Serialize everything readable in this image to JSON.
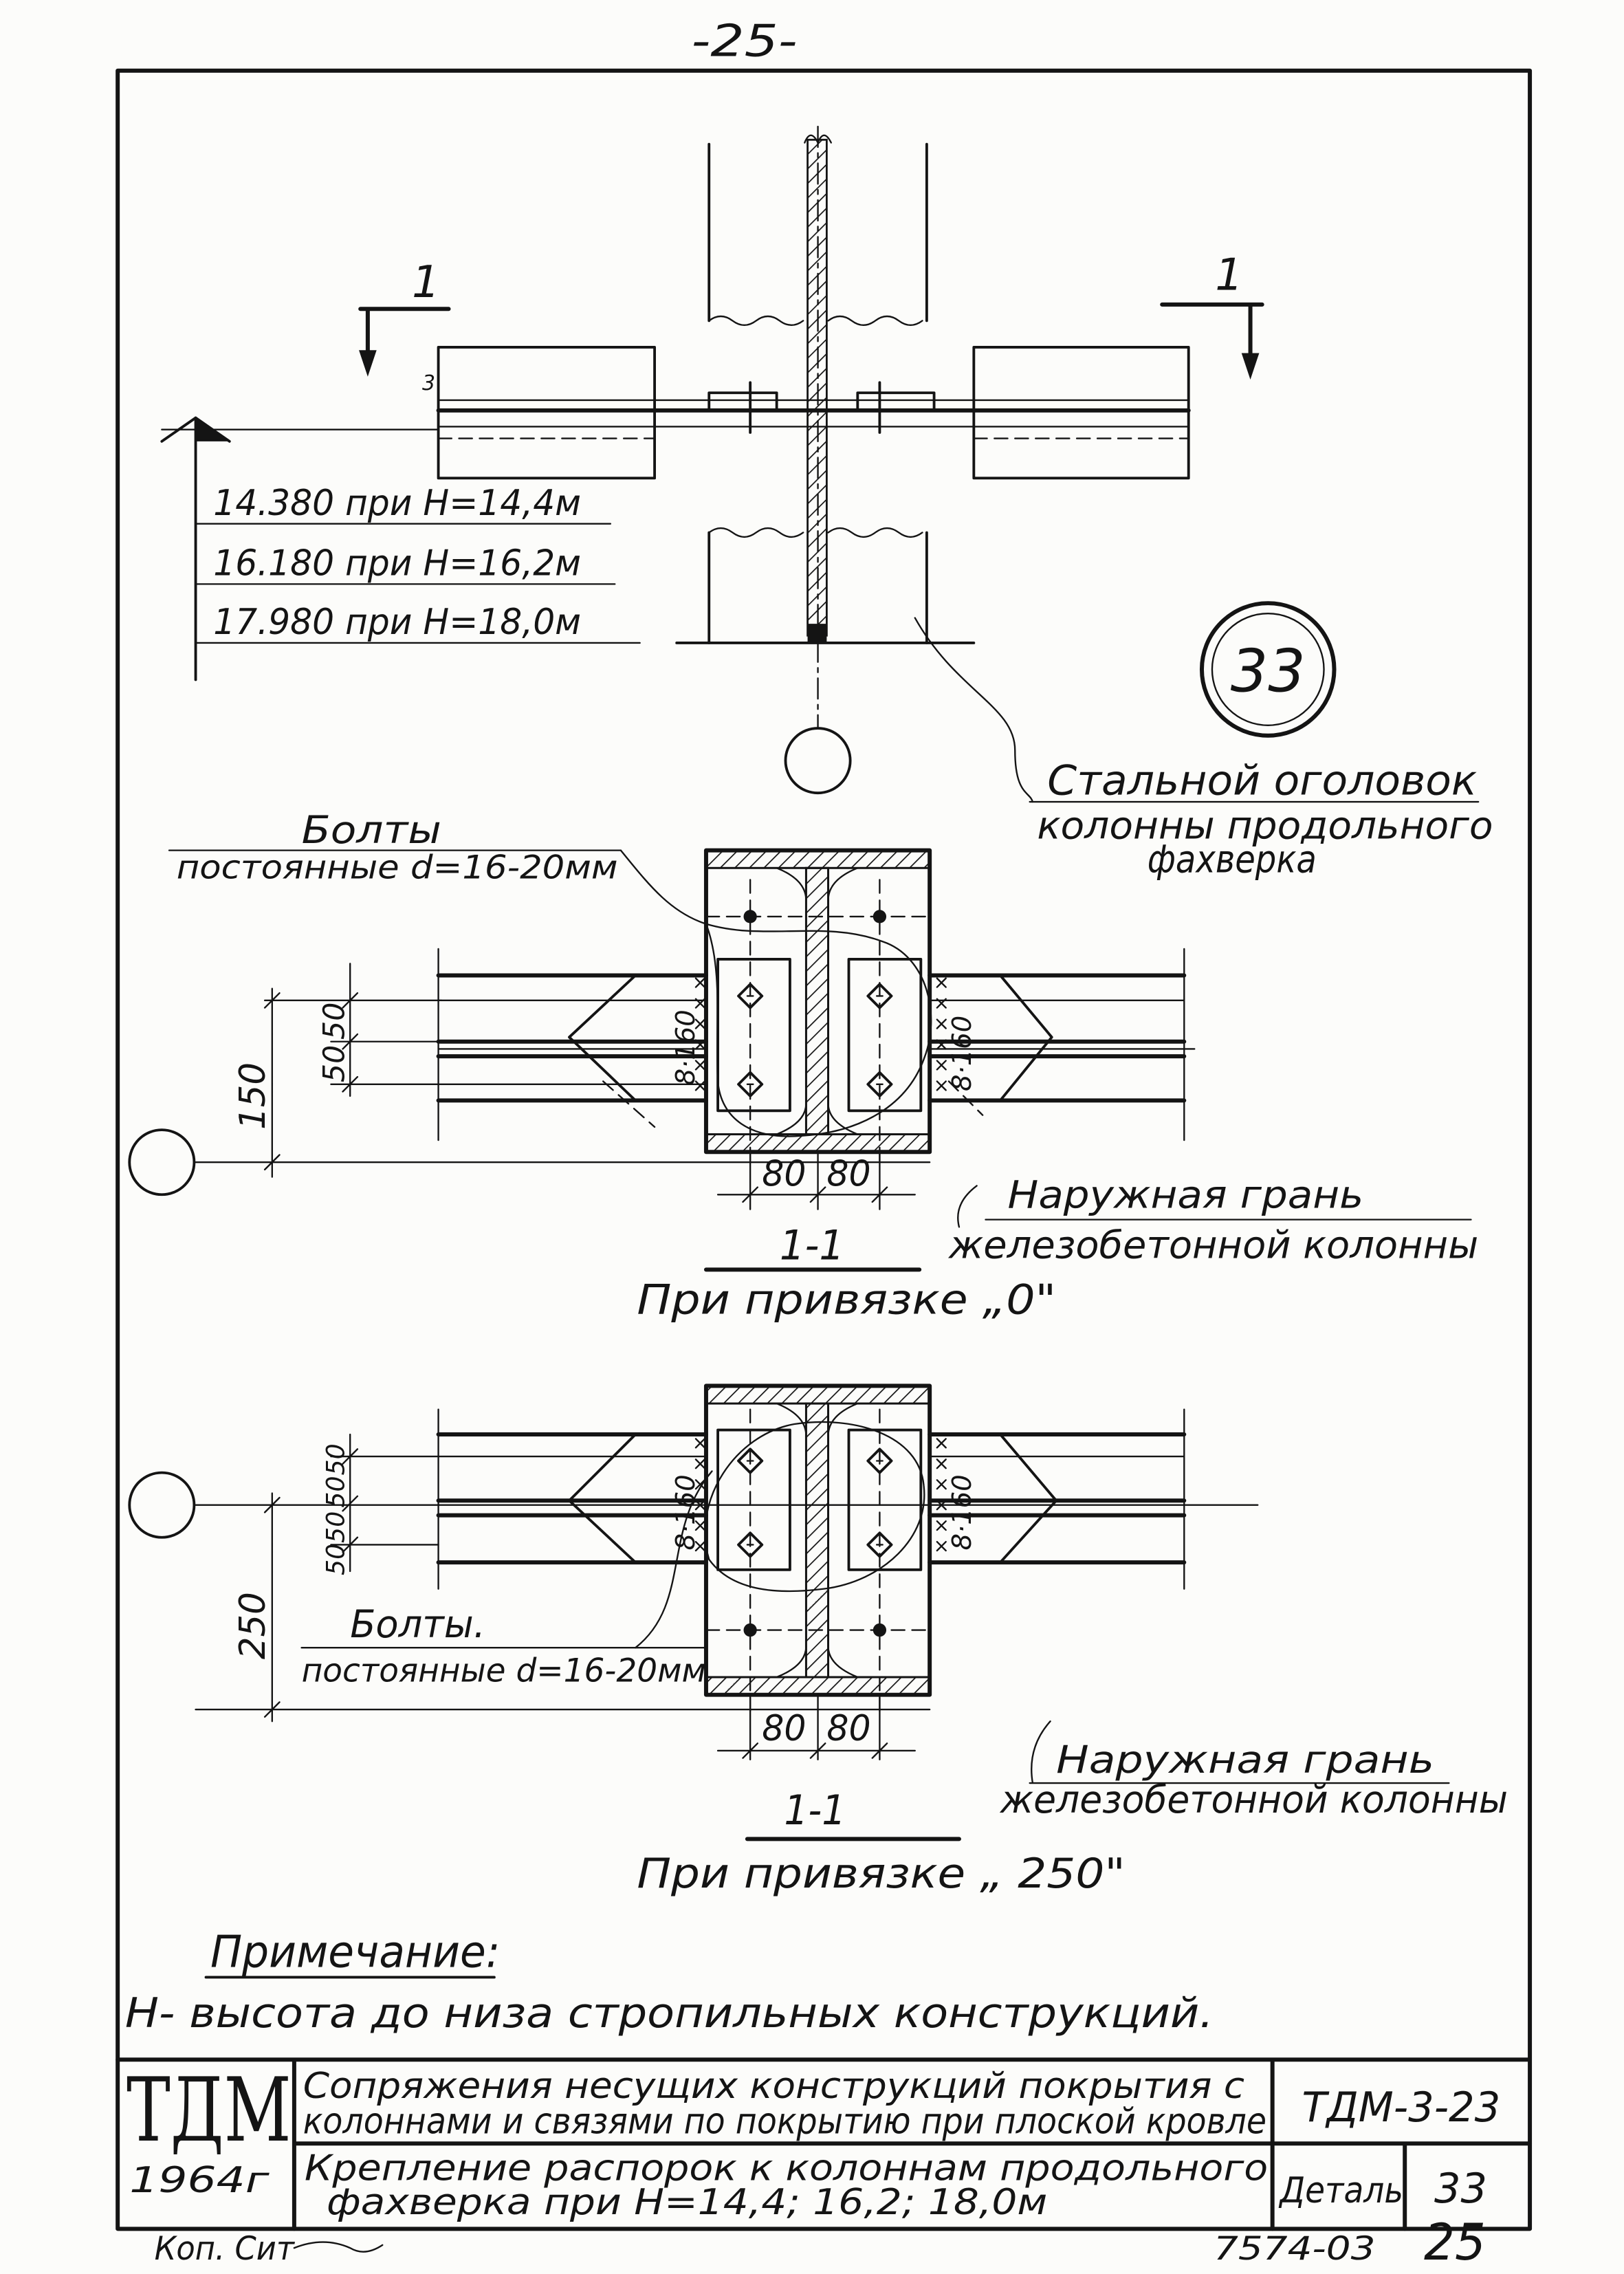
{
  "page": {
    "number": "-25-"
  },
  "plan_view": {
    "section_mark_left": "1",
    "section_mark_right": "1",
    "item_mark": "3",
    "elevations": [
      "14.380 при Н=14,4м",
      "16.180 при Н=16,2м",
      "17.980 при Н=18,0м"
    ],
    "detail_number": "33",
    "callout": [
      "Стальной оголовок",
      "колонны продольного",
      "фахверка"
    ]
  },
  "section_zero": {
    "bolts_label": "Болты",
    "bolts_spec": "постоянные d=16-20мм",
    "dim_total": "150",
    "dim_parts": [
      "50",
      "50"
    ],
    "bolt_pitch": [
      "8·160",
      "8·160"
    ],
    "dim_bottom": [
      "80",
      "80"
    ],
    "face_label": [
      "Наружная грань",
      "железобетонной колонны"
    ],
    "section_title": "1-1",
    "caption": "При привязке „0\""
  },
  "section_250": {
    "bolts_label": "Болты.",
    "bolts_spec": "постоянные d=16-20мм",
    "dim_total": "250",
    "dim_parts": [
      "50",
      "50",
      "50",
      "50"
    ],
    "bolt_pitch": [
      "8·160",
      "8·160"
    ],
    "dim_bottom": [
      "80",
      "80"
    ],
    "face_label": [
      "Наружная грань",
      "железобетонной колонны"
    ],
    "section_title": "1-1",
    "caption": "При привязке „ 250\""
  },
  "note": {
    "heading": "Примечание:",
    "text": "Н- высота до низа стропильных конструкций."
  },
  "title_block": {
    "organization": "ТДМ",
    "year": "1964г",
    "title": [
      "Сопряжения несущих конструкций покрытия с",
      "колоннами и связями по покрытию при плоской кровле"
    ],
    "subtitle": [
      "Крепление распорок к колоннам продольного",
      "фахверка при Н=14,4; 16,2; 18,0м"
    ],
    "series": "ТДМ-3-23",
    "detail_label": "Деталь",
    "detail_number": "33"
  },
  "footer": {
    "copied_by": "Коп. Сит",
    "order_number": "7574-03",
    "sheet_number": "25"
  }
}
